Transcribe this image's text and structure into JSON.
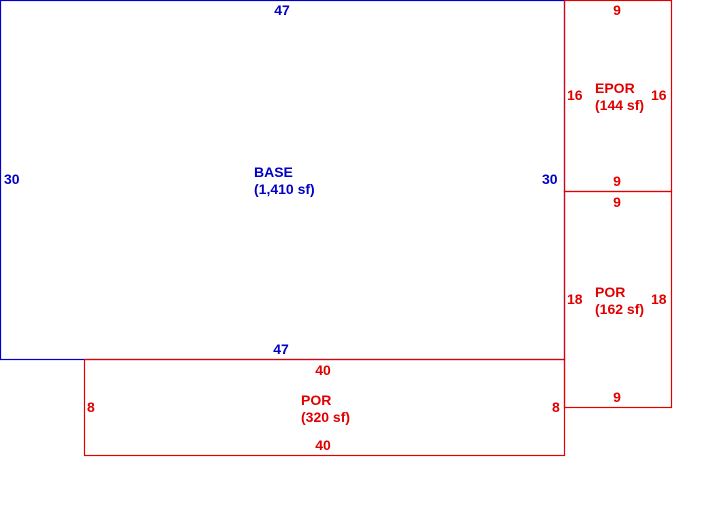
{
  "colors": {
    "base": "#0000c8",
    "addition": "#e00000"
  },
  "areas": {
    "base": {
      "name": "BASE",
      "area": "(1,410 sf)",
      "top": "47",
      "bottom": "47",
      "left": "30",
      "right": "30"
    },
    "epor": {
      "name": "EPOR",
      "area": "(144 sf)",
      "top": "9",
      "bottom": "9",
      "left": "16",
      "right": "16"
    },
    "por_right": {
      "name": "POR",
      "area": "(162 sf)",
      "top": "9",
      "bottom": "9",
      "left": "18",
      "right": "18"
    },
    "por_bottom": {
      "name": "POR",
      "area": "(320 sf)",
      "top": "40",
      "bottom": "40",
      "left": "8",
      "right": "8"
    }
  }
}
